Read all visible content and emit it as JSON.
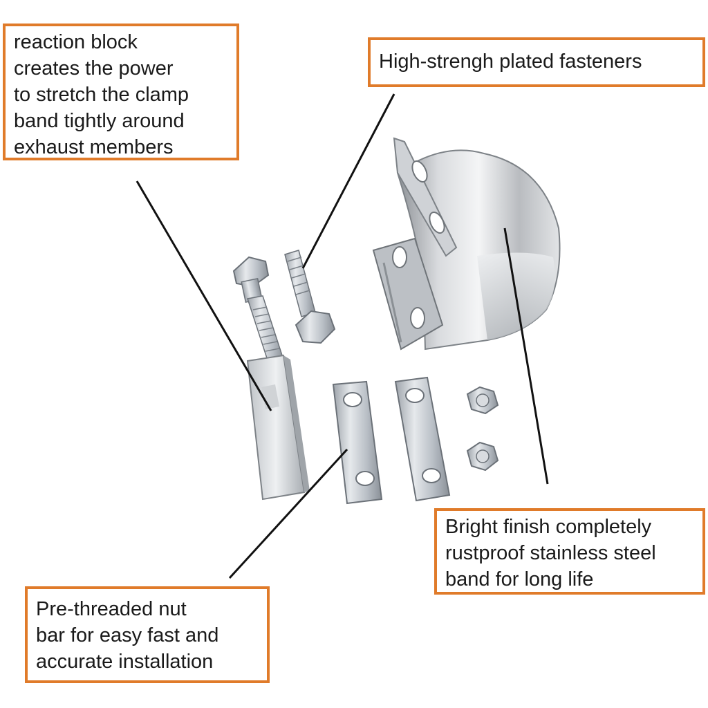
{
  "callouts": {
    "reaction_block": {
      "lines": [
        "reaction block",
        "creates the power",
        "to stretch the clamp",
        "band tightly around",
        "exhaust members"
      ]
    },
    "fasteners": {
      "lines": [
        "High-strengh plated fasteners"
      ]
    },
    "band": {
      "lines": [
        "Bright finish completely",
        "rustproof stainless steel",
        "band for long life"
      ]
    },
    "nut_bar": {
      "lines": [
        "Pre-threaded nut",
        "bar for easy fast and",
        "accurate installation"
      ]
    }
  },
  "colors": {
    "callout_border": "#e07b2a",
    "leader_line": "#111111",
    "zinc_metal": "#c9ced4",
    "stainless_metal": "#d7d9dc"
  }
}
